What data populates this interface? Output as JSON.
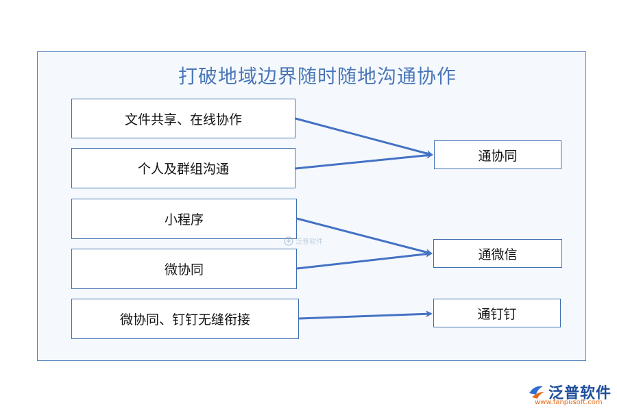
{
  "title": "打破地域边界随时随地沟通协作",
  "left_items": [
    "文件共享、在线协作",
    "个人及群组沟通",
    "小程序",
    "微协同",
    "微协同、钉钉无缝衔接"
  ],
  "right_items": [
    "通协同",
    "通微信",
    "通钉钉"
  ],
  "watermark": "泛普软件",
  "logo": {
    "text": "泛普软件",
    "url": "www.fanpusoft.com"
  },
  "colors": {
    "arrow": "#4472c4",
    "border": "#3f6fb0",
    "panel_border": "#4f81bd",
    "title": "#4a76b8"
  }
}
